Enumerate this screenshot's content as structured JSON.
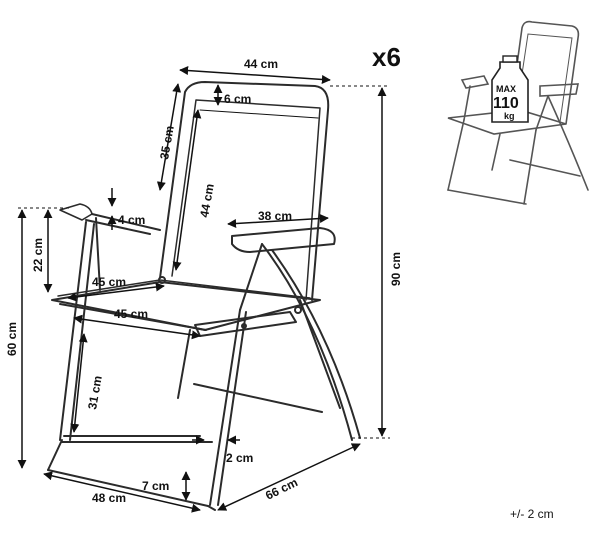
{
  "quantity": "x6",
  "tolerance": "+/- 2 cm",
  "max_load": {
    "max": "MAX",
    "value": "110",
    "unit": "kg"
  },
  "dimensions": {
    "back_width": "44 cm",
    "back_top_gap": "6 cm",
    "back_outer_height": "35 cm",
    "back_inner_height": "44 cm",
    "armrest_length": "38 cm",
    "armrest_thickness": "4 cm",
    "armrest_height": "22 cm",
    "seat_depth": "45 cm",
    "seat_width": "45 cm",
    "seat_height": "60 cm",
    "total_height": "90 cm",
    "leg_height": "31 cm",
    "tube_diameter": "2 cm",
    "bottom_gap": "7 cm",
    "base_width": "48 cm",
    "base_depth": "66 cm"
  },
  "colors": {
    "frame": "#2b2b2b",
    "fabric": "#111111",
    "arrow": "#111111"
  }
}
